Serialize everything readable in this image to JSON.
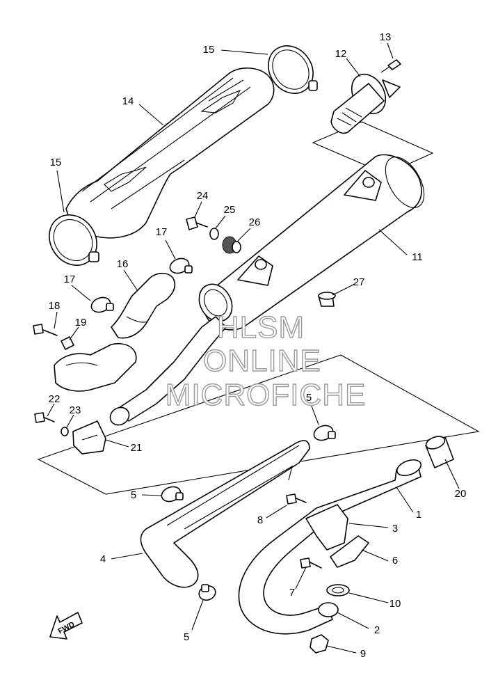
{
  "diagram": {
    "type": "exploded-parts-diagram",
    "callouts": {
      "c1": "1",
      "c2": "2",
      "c3": "3",
      "c4": "4",
      "c5a": "5",
      "c5b": "5",
      "c5c": "5",
      "c6": "6",
      "c7": "7",
      "c8": "8",
      "c9": "9",
      "c10": "10",
      "c11": "11",
      "c12": "12",
      "c13": "13",
      "c14": "14",
      "c15a": "15",
      "c15b": "15",
      "c16": "16",
      "c17a": "17",
      "c17b": "17",
      "c18": "18",
      "c19": "19",
      "c20": "20",
      "c21": "21",
      "c22": "22",
      "c23": "23",
      "c24": "24",
      "c25": "25",
      "c26": "26",
      "c27": "27"
    },
    "direction_label": "FWD"
  },
  "watermark": {
    "line1": "HLSM",
    "line2": "ONLINE",
    "line3": "MICROFICHE"
  },
  "colors": {
    "line": "#000000",
    "background": "#ffffff",
    "watermark_outline": "#9a9a9a"
  }
}
